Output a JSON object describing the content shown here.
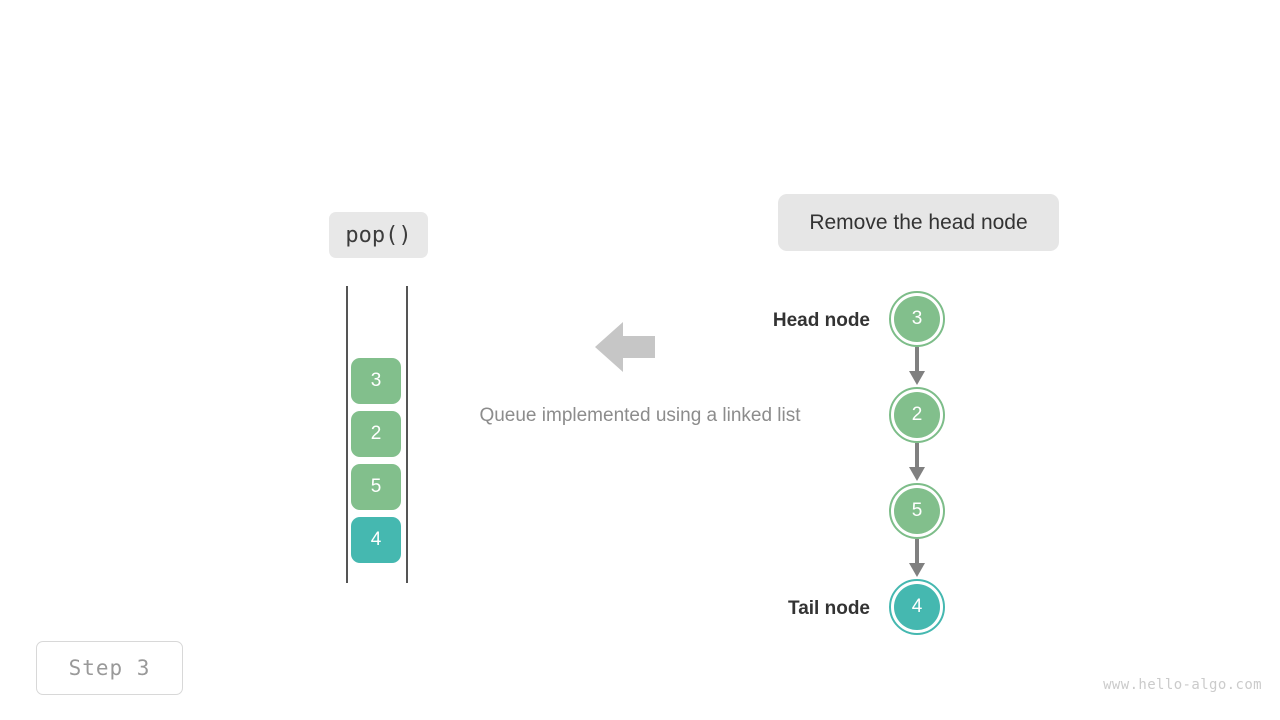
{
  "operation": {
    "label": "pop()"
  },
  "description": {
    "text": "Remove the head node"
  },
  "caption": {
    "text": "Queue implemented using a linked list"
  },
  "colors": {
    "green_fill": "#82bf8c",
    "green_ring": "#7dbd89",
    "teal_fill": "#45b8b0",
    "teal_ring": "#45b8b0",
    "chip_background": "#e6e6e6",
    "rail": "#555555",
    "arrow_gray": "#c6c6c6",
    "link_gray": "#808080",
    "caption_text": "#8c8c8c",
    "watermark_text": "#cbcbcb"
  },
  "stack_column": {
    "cells": [
      {
        "value": "3",
        "color": "green"
      },
      {
        "value": "2",
        "color": "green"
      },
      {
        "value": "5",
        "color": "green"
      },
      {
        "value": "4",
        "color": "teal"
      }
    ]
  },
  "linked_list": {
    "head_label": "Head node",
    "tail_label": "Tail node",
    "nodes": [
      {
        "value": "3",
        "color": "green"
      },
      {
        "value": "2",
        "color": "green"
      },
      {
        "value": "5",
        "color": "green"
      },
      {
        "value": "4",
        "color": "teal"
      }
    ]
  },
  "arrow": {
    "direction": "left"
  },
  "step": {
    "label": "Step 3"
  },
  "watermark": {
    "text": "www.hello-algo.com"
  }
}
